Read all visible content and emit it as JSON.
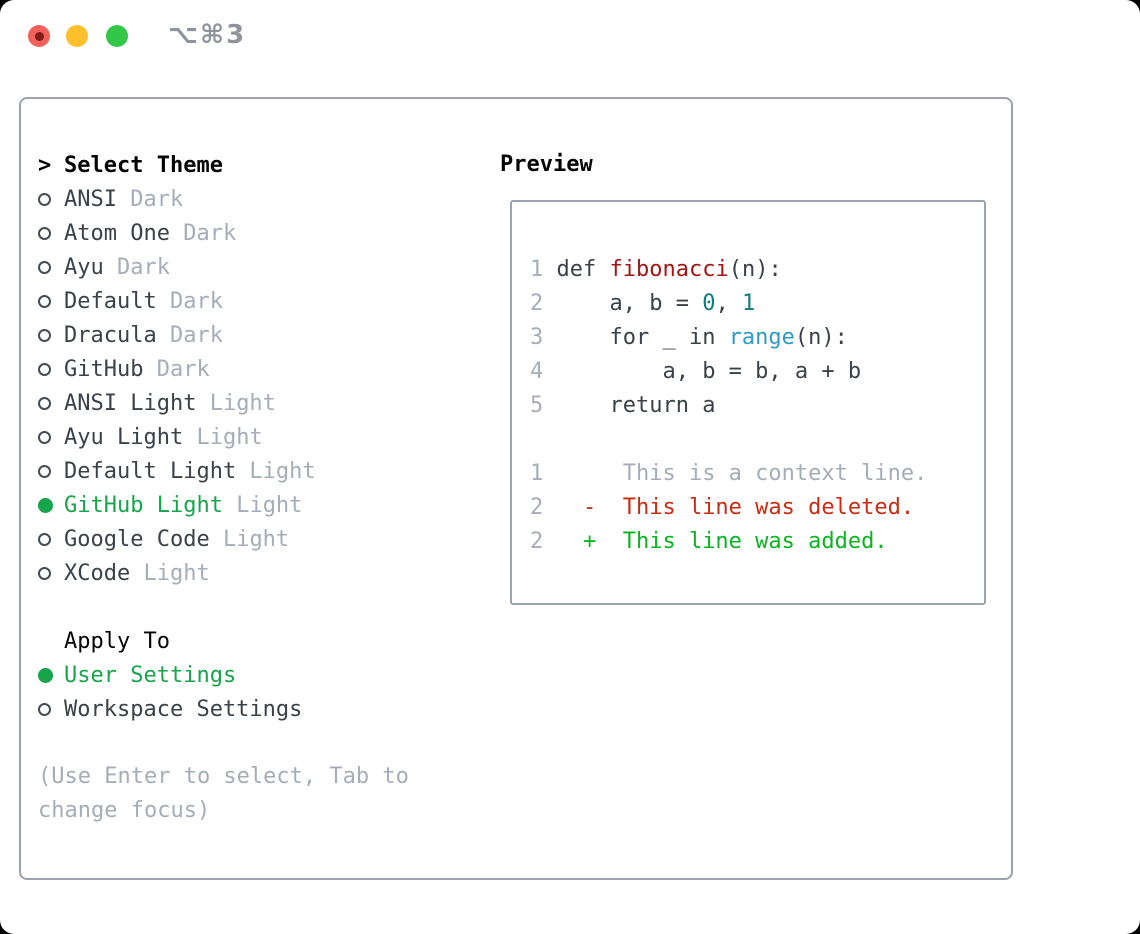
{
  "titlebar": {
    "shortcut_label": "⌥⌘3",
    "lights": [
      {
        "name": "close",
        "color": "#f4605a",
        "dot": "#7e1d17"
      },
      {
        "name": "minimize",
        "color": "#fcc02c"
      },
      {
        "name": "zoom",
        "color": "#33c748"
      }
    ]
  },
  "colors": {
    "header_black": "#050505",
    "item_dark": "#3a4149",
    "gray": "#a5adb8",
    "selected_green": "#16a54b",
    "border_gray": "#9aa3ae",
    "title_gray": "#8e949b",
    "code_dark": "#3a4149",
    "keyword_red": "#a41513",
    "number_teal": "#0f7b80",
    "function_blue": "#2f9bc3",
    "del_red": "#cb2b10",
    "add_green": "#0ab520"
  },
  "panel": {
    "select_theme": {
      "marker": ">",
      "title": "Select Theme",
      "themes": [
        {
          "name": "ANSI",
          "variant": "Dark",
          "selected": false
        },
        {
          "name": "Atom One",
          "variant": "Dark",
          "selected": false
        },
        {
          "name": "Ayu",
          "variant": "Dark",
          "selected": false
        },
        {
          "name": "Default",
          "variant": "Dark",
          "selected": false
        },
        {
          "name": "Dracula",
          "variant": "Dark",
          "selected": false
        },
        {
          "name": "GitHub",
          "variant": "Dark",
          "selected": false
        },
        {
          "name": "ANSI Light",
          "variant": "Light",
          "selected": false
        },
        {
          "name": "Ayu Light",
          "variant": "Light",
          "selected": false
        },
        {
          "name": "Default Light",
          "variant": "Light",
          "selected": false
        },
        {
          "name": "GitHub Light",
          "variant": "Light",
          "selected": true
        },
        {
          "name": "Google Code",
          "variant": "Light",
          "selected": false
        },
        {
          "name": "XCode",
          "variant": "Light",
          "selected": false
        }
      ]
    },
    "apply_to": {
      "title": "Apply To",
      "options": [
        {
          "label": "User Settings",
          "selected": true
        },
        {
          "label": "Workspace Settings",
          "selected": false
        }
      ]
    },
    "hint": "(Use Enter to select, Tab to change focus)"
  },
  "preview": {
    "title": "Preview",
    "lines": [
      {
        "num": "1",
        "segments": [
          {
            "text": " def ",
            "color": "code_dark"
          },
          {
            "text": "fibonacci",
            "color": "keyword_red"
          },
          {
            "text": "(n):",
            "color": "code_dark"
          }
        ]
      },
      {
        "num": "2",
        "segments": [
          {
            "text": "     a, b = ",
            "color": "code_dark"
          },
          {
            "text": "0",
            "color": "number_teal"
          },
          {
            "text": ", ",
            "color": "code_dark"
          },
          {
            "text": "1",
            "color": "number_teal"
          }
        ]
      },
      {
        "num": "3",
        "segments": [
          {
            "text": "     for _ in ",
            "color": "code_dark"
          },
          {
            "text": "range",
            "color": "function_blue"
          },
          {
            "text": "(n):",
            "color": "code_dark"
          }
        ]
      },
      {
        "num": "4",
        "segments": [
          {
            "text": "         a, b = b, a + b",
            "color": "code_dark"
          }
        ]
      },
      {
        "num": "5",
        "segments": [
          {
            "text": "     return a",
            "color": "code_dark"
          }
        ]
      },
      {
        "num": "",
        "segments": []
      },
      {
        "num": "1",
        "segments": [
          {
            "text": "      This is a context line.",
            "color": "gray"
          }
        ]
      },
      {
        "num": "2",
        "segments": [
          {
            "text": "   -  This line was deleted.",
            "color": "del_red"
          }
        ]
      },
      {
        "num": "2",
        "segments": [
          {
            "text": "   +  This line was added.",
            "color": "add_green"
          }
        ]
      }
    ]
  }
}
